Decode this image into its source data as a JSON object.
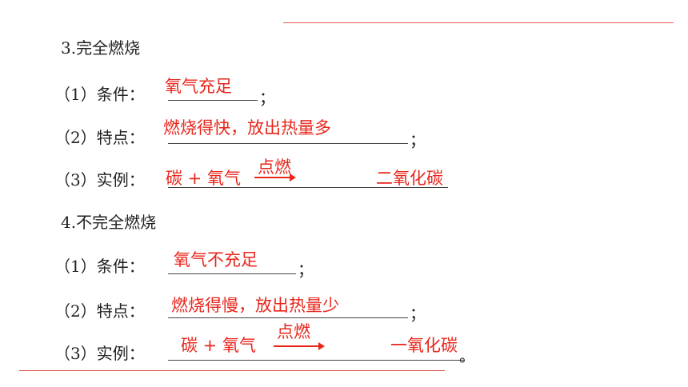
{
  "colors": {
    "answer": "#e8261c",
    "rule": "#e25f55",
    "text": "#222222"
  },
  "section3": {
    "heading": "3.完全燃烧",
    "cond_label": "（1）条件：",
    "cond_answer": "氧气充足",
    "cond_end": "；",
    "feat_label": "（2）特点：",
    "feat_answer": "燃烧得快，放出热量多",
    "feat_end": "；",
    "ex_label": "（3）实例：",
    "ex_reactants": "碳 + 氧气",
    "ex_condition": "点燃",
    "ex_product": "二氧化碳"
  },
  "section4": {
    "heading": "4.不完全燃烧",
    "cond_label": "（1）条件：",
    "cond_answer": "氧气不充足",
    "cond_end": "；",
    "feat_label": "（2）特点：",
    "feat_answer": "燃烧得慢，放出热量少",
    "feat_end": "；",
    "ex_label": "（3）实例：",
    "ex_reactants": "碳 + 氧气",
    "ex_condition": "点燃",
    "ex_product": "一氧化碳",
    "ex_end": "。"
  }
}
